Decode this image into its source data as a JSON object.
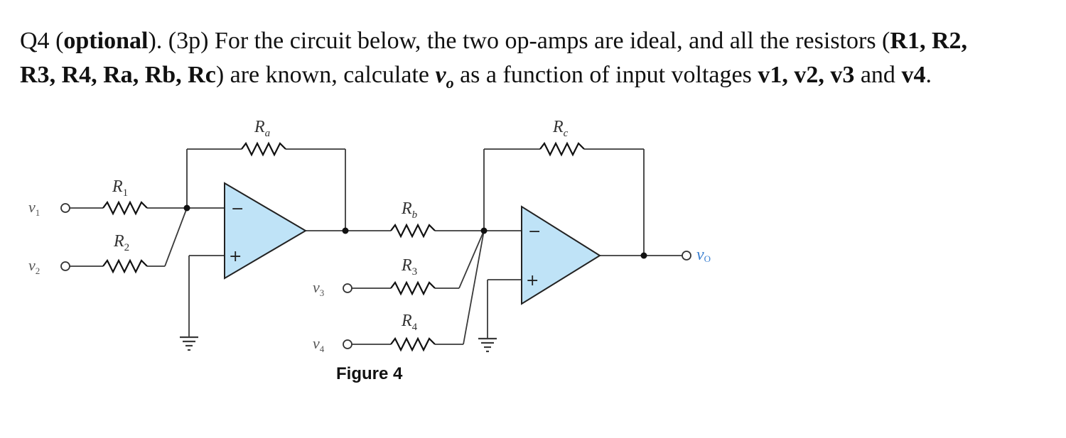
{
  "question": {
    "label": "Q4",
    "optional": "optional",
    "points": "(3p)",
    "text_1": "For the circuit below, the two op-amps are ideal, and all the resistors (",
    "resistors_1": "R",
    "text_2": "are known, calculate",
    "output_var": "v",
    "output_sub": "o",
    "text_3": "as a function of input voltages",
    "inputs": "v1, v2, v3",
    "and": "and",
    "last_input": "v4",
    "resistor_list": [
      "R1",
      "R2",
      "R3",
      "R4",
      "Ra",
      "Rb",
      "Rc"
    ]
  },
  "figure": {
    "caption": "Figure 4",
    "components": {
      "Ra": {
        "letter": "R",
        "sub": "a"
      },
      "Rc": {
        "letter": "R",
        "sub": "c"
      },
      "R1": {
        "letter": "R",
        "sub": "1"
      },
      "R2": {
        "letter": "R",
        "sub": "2"
      },
      "Rb": {
        "letter": "R",
        "sub": "b"
      },
      "R3": {
        "letter": "R",
        "sub": "3"
      },
      "R4": {
        "letter": "R",
        "sub": "4"
      }
    },
    "inputs": {
      "v1": {
        "letter": "v",
        "sub": "1"
      },
      "v2": {
        "letter": "v",
        "sub": "2"
      },
      "v3": {
        "letter": "v",
        "sub": "3"
      },
      "v4": {
        "letter": "v",
        "sub": "4"
      }
    },
    "output": {
      "letter": "v",
      "sub": "O"
    },
    "opamp_signs": {
      "minus": "−",
      "plus": "+"
    },
    "opamp_fill": "#bfe3f7",
    "output_color": "#3a7fd0"
  }
}
